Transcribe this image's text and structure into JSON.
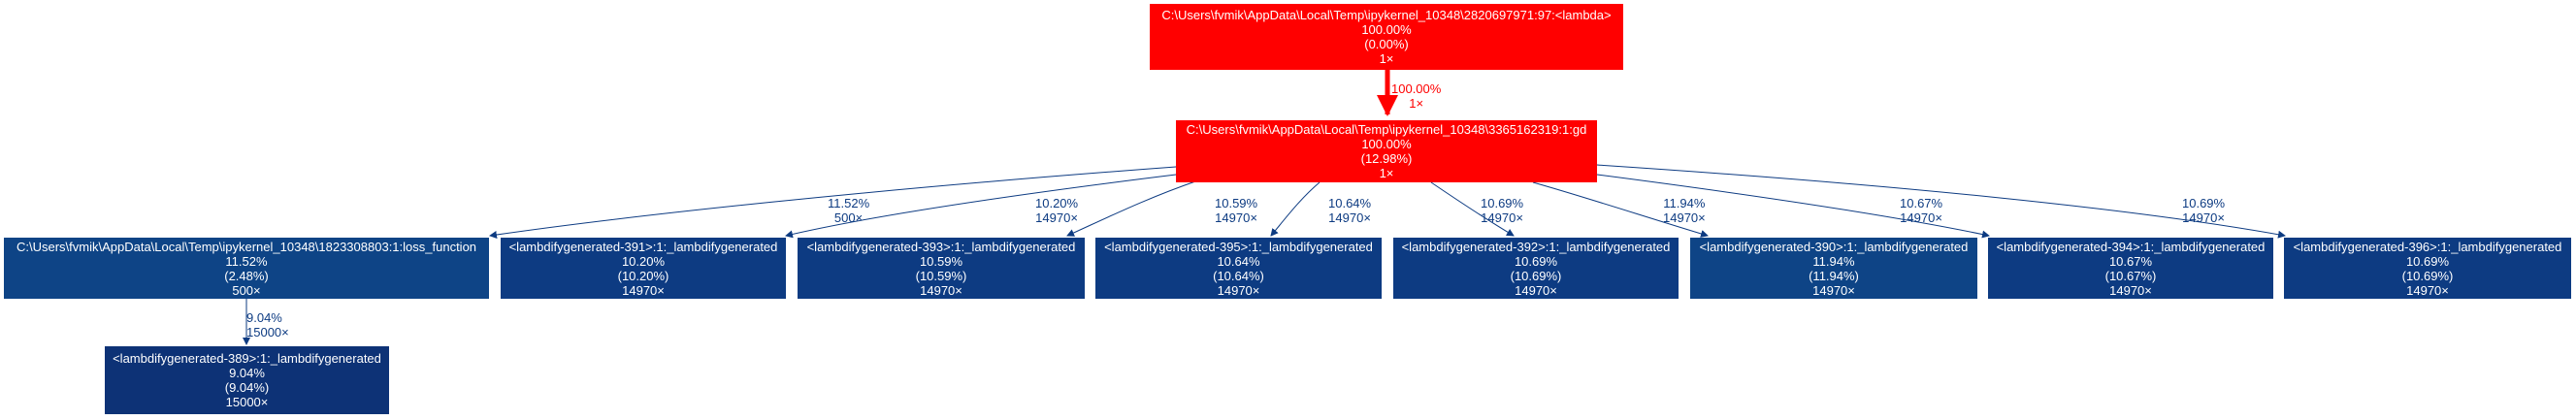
{
  "colors": {
    "hot": "#ff0000",
    "cold": "#0d3b82",
    "cold_alt": "#0e4486",
    "edge": "#0d3b82",
    "hot_edge": "#ff0000"
  },
  "nodes": {
    "root": {
      "name": "C:\\Users\\fvmik\\AppData\\Local\\Temp\\ipykernel_10348\\2820697971:97:<lambda>",
      "total": "100.00%",
      "self": "(0.00%)",
      "calls": "1×"
    },
    "gd": {
      "name": "C:\\Users\\fvmik\\AppData\\Local\\Temp\\ipykernel_10348\\3365162319:1:gd",
      "total": "100.00%",
      "self": "(12.98%)",
      "calls": "1×"
    },
    "loss": {
      "name": "C:\\Users\\fvmik\\AppData\\Local\\Temp\\ipykernel_10348\\1823308803:1:loss_function",
      "total": "11.52%",
      "self": "(2.48%)",
      "calls": "500×"
    },
    "lg391": {
      "name": "<lambdifygenerated-391>:1:_lambdifygenerated",
      "total": "10.20%",
      "self": "(10.20%)",
      "calls": "14970×"
    },
    "lg393": {
      "name": "<lambdifygenerated-393>:1:_lambdifygenerated",
      "total": "10.59%",
      "self": "(10.59%)",
      "calls": "14970×"
    },
    "lg395": {
      "name": "<lambdifygenerated-395>:1:_lambdifygenerated",
      "total": "10.64%",
      "self": "(10.64%)",
      "calls": "14970×"
    },
    "lg392": {
      "name": "<lambdifygenerated-392>:1:_lambdifygenerated",
      "total": "10.69%",
      "self": "(10.69%)",
      "calls": "14970×"
    },
    "lg390": {
      "name": "<lambdifygenerated-390>:1:_lambdifygenerated",
      "total": "11.94%",
      "self": "(11.94%)",
      "calls": "14970×"
    },
    "lg394": {
      "name": "<lambdifygenerated-394>:1:_lambdifygenerated",
      "total": "10.67%",
      "self": "(10.67%)",
      "calls": "14970×"
    },
    "lg396": {
      "name": "<lambdifygenerated-396>:1:_lambdifygenerated",
      "total": "10.69%",
      "self": "(10.69%)",
      "calls": "14970×"
    },
    "lg389": {
      "name": "<lambdifygenerated-389>:1:_lambdifygenerated",
      "total": "9.04%",
      "self": "(9.04%)",
      "calls": "15000×"
    }
  },
  "edges": {
    "root_gd": {
      "pct": "100.00%",
      "calls": "1×"
    },
    "gd_loss": {
      "pct": "11.52%",
      "calls": "500×"
    },
    "gd_lg391": {
      "pct": "10.20%",
      "calls": "14970×"
    },
    "gd_lg393": {
      "pct": "10.59%",
      "calls": "14970×"
    },
    "gd_lg395": {
      "pct": "10.64%",
      "calls": "14970×"
    },
    "gd_lg392": {
      "pct": "10.69%",
      "calls": "14970×"
    },
    "gd_lg390": {
      "pct": "11.94%",
      "calls": "14970×"
    },
    "gd_lg394": {
      "pct": "10.67%",
      "calls": "14970×"
    },
    "gd_lg396": {
      "pct": "10.69%",
      "calls": "14970×"
    },
    "loss_lg389": {
      "pct": "9.04%",
      "calls": "15000×"
    }
  }
}
